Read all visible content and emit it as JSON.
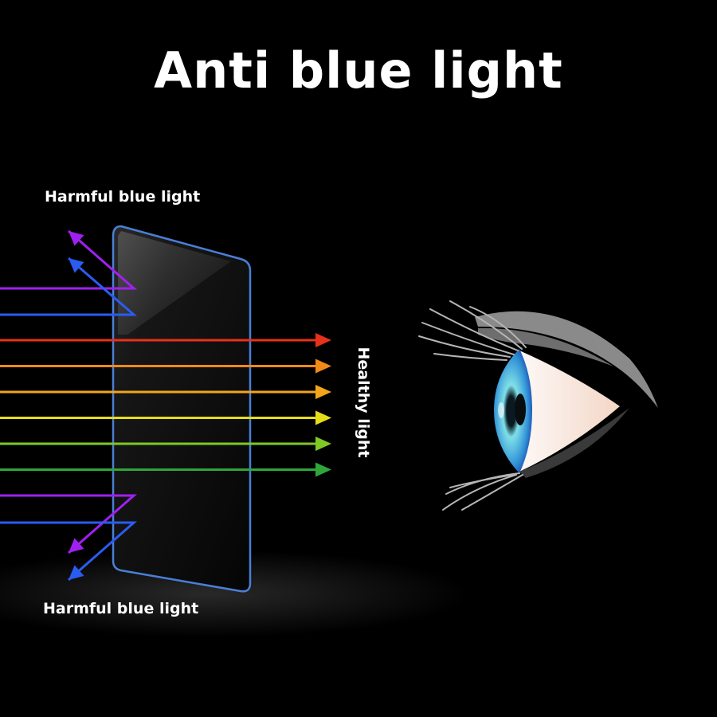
{
  "title": "Anti blue light",
  "labels": {
    "harmful_top": "Harmful blue light",
    "harmful_bottom": "Harmful blue light",
    "healthy": "Healthy light"
  },
  "colors": {
    "background": "#000000",
    "text": "#ffffff",
    "lens_edge": "#4a7fd6",
    "violet": "#a020f0",
    "blue": "#2a5cf2",
    "red": "#e8311a",
    "orange": "#f28a18",
    "amber": "#f4a41c",
    "yellow": "#e6dc1a",
    "lime": "#7ec924",
    "green": "#2fa63a",
    "iris": "#2f8fd6",
    "sclera": "#fff4ea"
  },
  "rays": {
    "passed": [
      "red",
      "orange",
      "amber",
      "yellow",
      "lime",
      "green"
    ],
    "reflected_top": [
      "violet",
      "blue"
    ],
    "reflected_bottom": [
      "violet",
      "blue"
    ]
  },
  "icons": {
    "lens": "lens-panel-icon",
    "eye": "eye-icon"
  }
}
